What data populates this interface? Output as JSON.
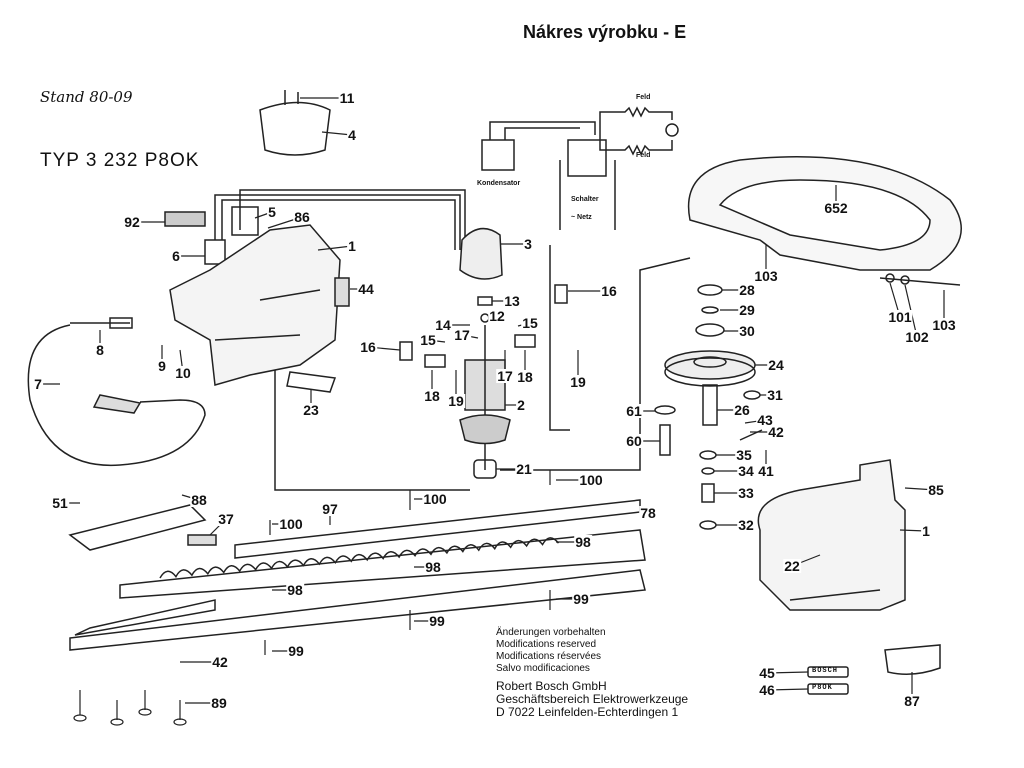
{
  "title": "Nákres výrobku - E",
  "stand": "Stand 80-09",
  "type_label": "TYP  3 232  P8OK",
  "circuit": {
    "field_top": "Feld",
    "field_bottom": "Feld",
    "capacitor": "Kondensator",
    "switch": "Schalter",
    "mains": "~ Netz"
  },
  "notes": [
    "Änderungen vorbehalten",
    "Modifications reserved",
    "Modifications réservées",
    "Salvo modificaciones"
  ],
  "company": [
    "Robert Bosch GmbH",
    "Geschäftsbereich Elektrowerkzeuge",
    "D 7022 Leinfelden-Echterdingen 1"
  ],
  "nameplates": {
    "brand": "BOSCH",
    "model": "P8OK"
  },
  "callouts": [
    "11",
    "4",
    "5",
    "86",
    "92",
    "6",
    "1",
    "3",
    "44",
    "13",
    "12",
    "14",
    "15",
    "17",
    "15",
    "16",
    "16",
    "8",
    "9",
    "10",
    "7",
    "17",
    "18",
    "18",
    "19",
    "19",
    "2",
    "23",
    "21",
    "100",
    "100",
    "100",
    "97",
    "78",
    "51",
    "88",
    "37",
    "98",
    "98",
    "98",
    "99",
    "99",
    "99",
    "42",
    "89",
    "28",
    "29",
    "30",
    "24",
    "31",
    "61",
    "26",
    "43",
    "42",
    "60",
    "41",
    "35",
    "34",
    "33",
    "32",
    "652",
    "103",
    "101",
    "102",
    "103",
    "85",
    "1",
    "22",
    "45",
    "46",
    "87"
  ]
}
